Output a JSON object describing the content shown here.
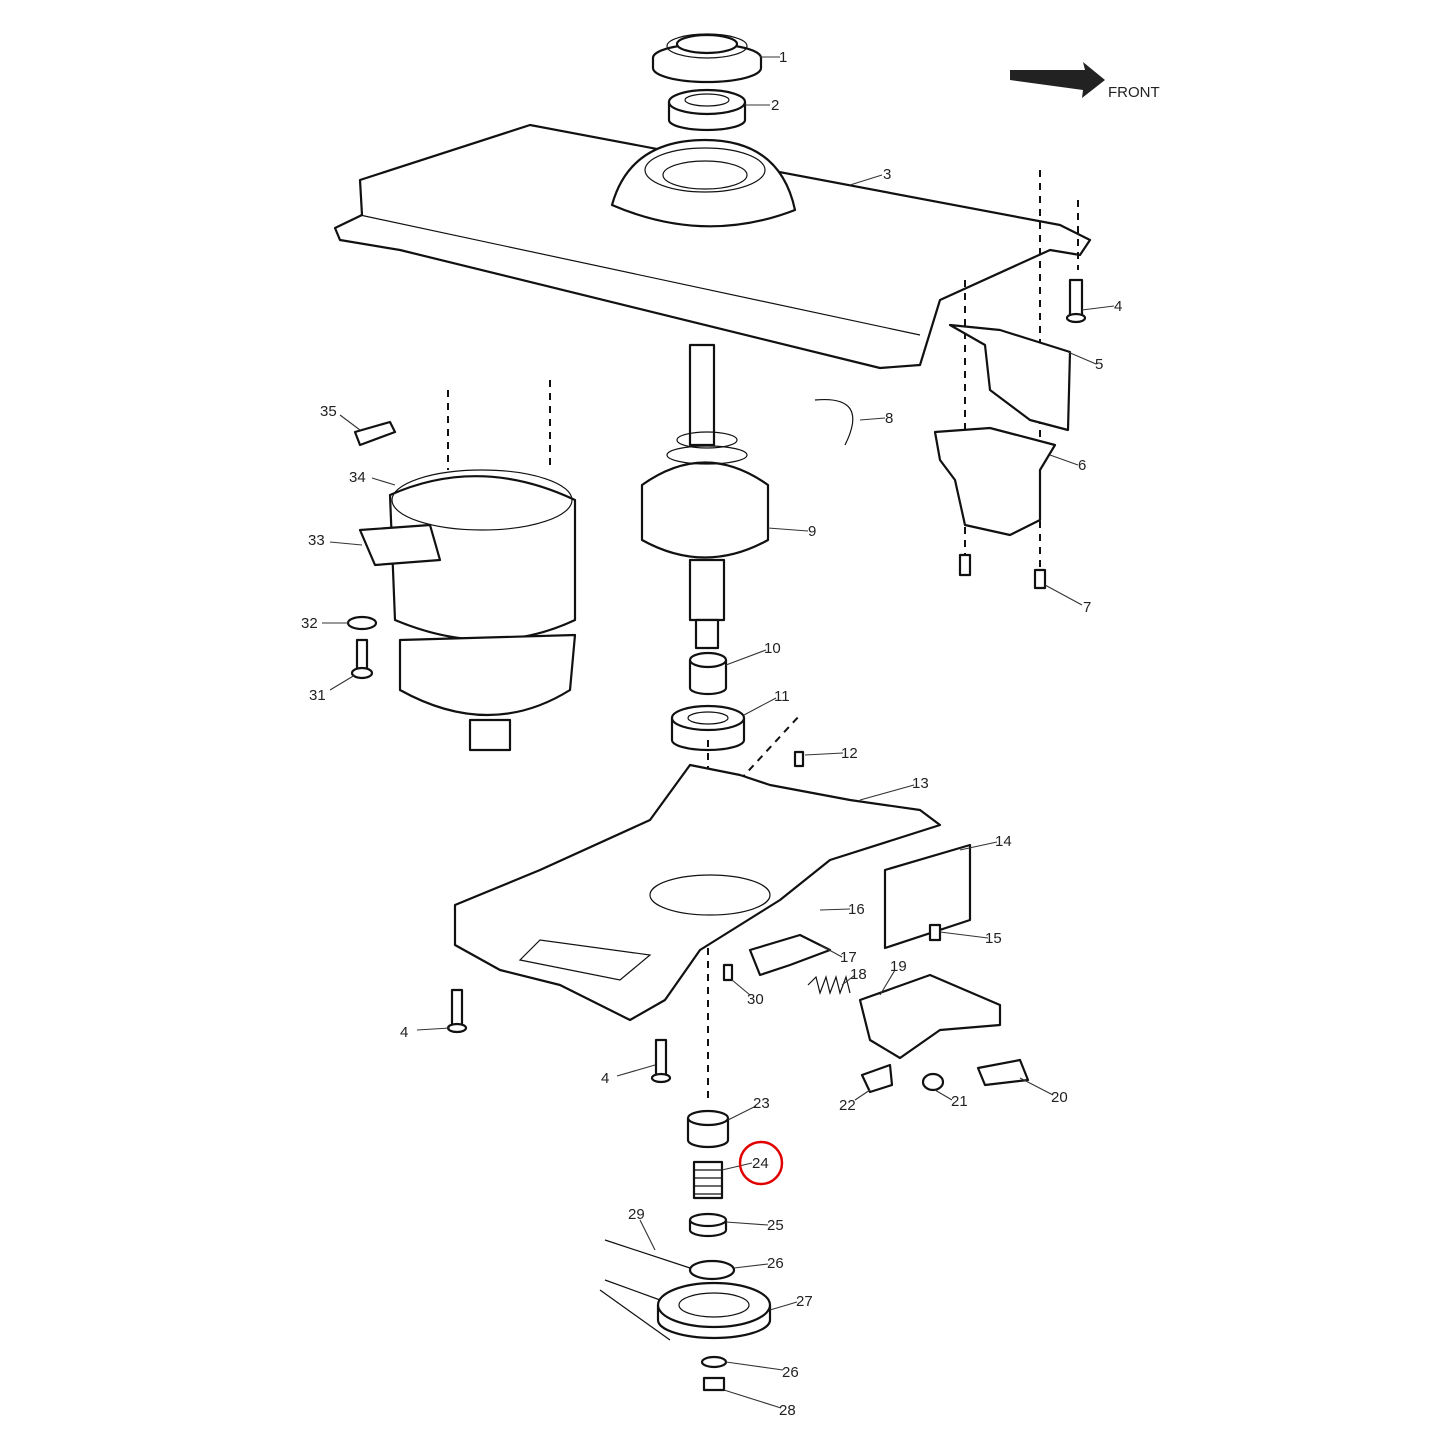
{
  "diagram": {
    "direction_label": "FRONT",
    "highlight_color": "#e00000",
    "highlighted_part": "24",
    "callouts": [
      "1",
      "2",
      "3",
      "4",
      "5",
      "8",
      "6",
      "9",
      "7",
      "35",
      "34",
      "33",
      "32",
      "31",
      "10",
      "11",
      "12",
      "13",
      "14",
      "16",
      "15",
      "17",
      "18",
      "19",
      "30",
      "4",
      "4",
      "20",
      "21",
      "22",
      "23",
      "24",
      "25",
      "29",
      "26",
      "27",
      "26",
      "28"
    ]
  }
}
